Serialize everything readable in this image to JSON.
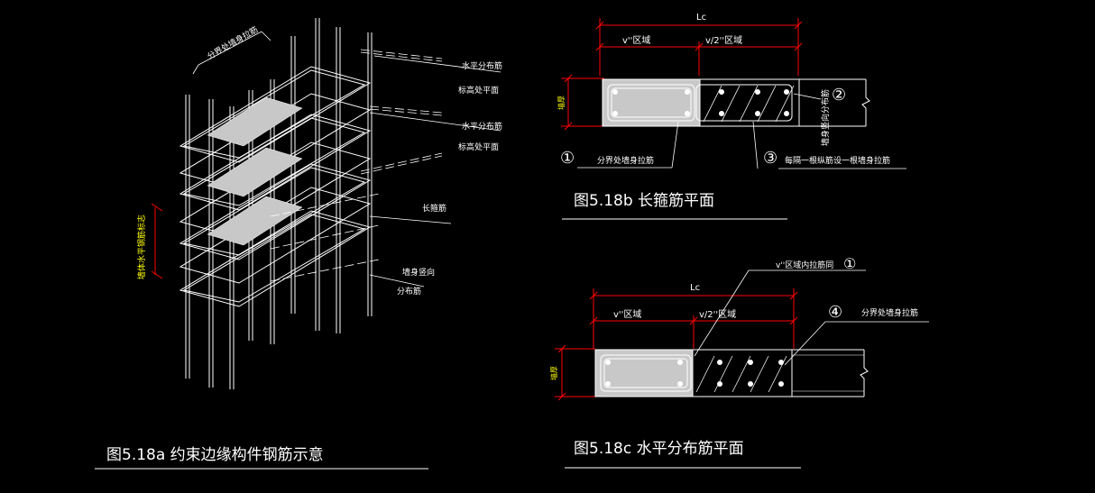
{
  "figure_a": {
    "caption": "图5.18a  约束边缘构件钢筋示意",
    "labels": {
      "top_left": "分界处墙身拉筋",
      "horiz_1_line1": "水平分布筋",
      "horiz_1_line2": "标高处平面",
      "horiz_2_line1": "水平分布筋",
      "horiz_2_line2": "标高处平面",
      "stirrup": "长箍筋",
      "wall_vertical_line1": "墙身竖向",
      "wall_vertical_line2": "分布筋",
      "left_dim": "墙体水平钢筋标志"
    }
  },
  "figure_b": {
    "caption": "图5.18b  长箍筋平面",
    "dim_top": "Lc",
    "zone1": "v''区域",
    "zone2": "v/2''区域",
    "left_dim": "墙厚",
    "marker1": "①",
    "marker1_text": "分界处墙身拉筋",
    "marker2": "②",
    "marker2_text": "墙身竖向分布筋",
    "marker3": "③",
    "marker3_text": "每隔一根纵筋设一根墙身拉筋"
  },
  "figure_c": {
    "caption": "图5.18c  水平分布筋平面",
    "dim_top": "Lc",
    "zone1": "v''区域",
    "zone2": "v/2''区域",
    "left_dim": "墙厚",
    "callout1": "v''区域内拉筋同",
    "callout1_marker": "①",
    "marker4": "④",
    "marker4_text": "分界处墙身拉筋"
  },
  "colors": {
    "background": "#000000",
    "lines": "#ffffff",
    "dimension": "#ff0000",
    "highlight_text": "#ffff00",
    "fill": "#c8c8c8"
  }
}
